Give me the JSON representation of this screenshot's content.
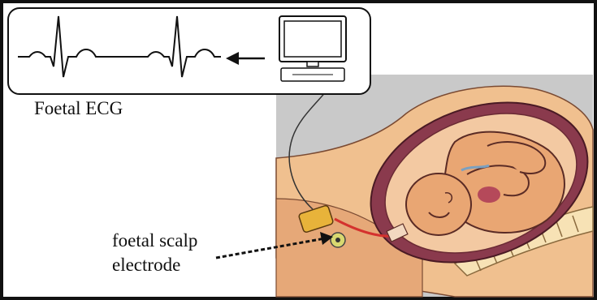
{
  "labels": {
    "ecg": "Foetal ECG",
    "scalp_line1": "foetal scalp",
    "scalp_line2": "electrode"
  },
  "icons": {
    "monitor": "computer-monitor-icon",
    "arrow": "left-arrow-icon"
  },
  "colors": {
    "frame": "#111111",
    "uterus_wall": "#8a3a4d",
    "fetus_skin": "#e9a673",
    "fetus_outline": "#5a2b25",
    "maternal_tissue": "#f2c292",
    "background_panel": "#c8c8c8",
    "electrode_box": "#e8b33a",
    "lead_wire": "#d4322e"
  }
}
